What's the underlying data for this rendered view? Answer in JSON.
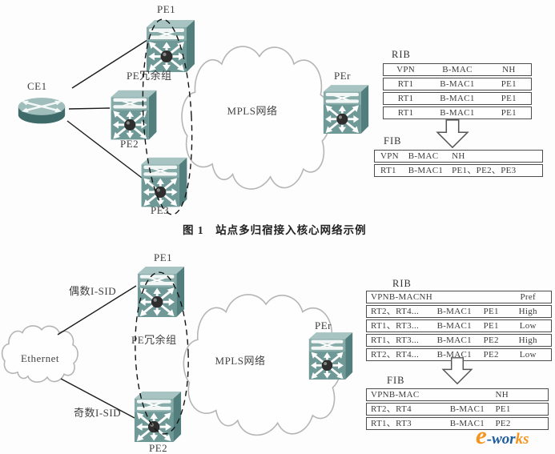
{
  "figure1": {
    "labels": {
      "pe1": "PE1",
      "pe2": "PE2",
      "pe3": "PE3",
      "ce1": "CE1",
      "per": "PEr",
      "redundancy": "PE冗余组",
      "mpls": "MPLS网络"
    },
    "rib": {
      "title": "RIB",
      "headers": [
        "VPN",
        "B-MAC",
        "NH"
      ],
      "rows": [
        [
          "RT1",
          "B-MAC1",
          "PE1"
        ],
        [
          "RT1",
          "B-MAC1",
          "PE1"
        ],
        [
          "RT1",
          "B-MAC1",
          "PE1"
        ]
      ]
    },
    "fib": {
      "title": "FIB",
      "headers": [
        "VPN",
        "B-MAC",
        "NH"
      ],
      "rows": [
        [
          "RT1",
          "B-MAC1",
          "PE1、PE2、PE3"
        ]
      ]
    },
    "caption": "图 1　站点多归宿接入核心网络示例"
  },
  "figure2": {
    "labels": {
      "pe1": "PE1",
      "pe2": "PE2",
      "per": "PEr",
      "ethernet": "Ethernet",
      "redundancy": "PE冗余组",
      "mpls": "MPLS网络",
      "even_isid": "偶数I-SID",
      "odd_isid": "奇数I-SID"
    },
    "rib": {
      "title": "RIB",
      "header_left": "VPNB-MACNH",
      "header_right": "Pref",
      "rows": [
        [
          "RT2、RT4...",
          "B-MAC1",
          "PE1",
          "High"
        ],
        [
          "RT1、RT3...",
          "B-MAC1",
          "PE1",
          "Low"
        ],
        [
          "RT1、RT3...",
          "B-MAC1",
          "PE2",
          "High"
        ],
        [
          "RT2、RT4...",
          "B-MAC1",
          "PE2",
          "Low"
        ]
      ]
    },
    "fib": {
      "title": "FIB",
      "header_left": "VPNB-MAC",
      "header_right": "NH",
      "rows": [
        [
          "RT2、RT4",
          "B-MAC1",
          "PE1"
        ],
        [
          "RT1、RT3",
          "B-MAC1",
          "PE2"
        ]
      ]
    }
  },
  "watermark": {
    "e": "e",
    "blue": "-wor",
    "orange": "ks",
    "blue_color": "#1d5c9e",
    "orange_color": "#f7941d"
  },
  "colors": {
    "switch_front": "#6f9997",
    "switch_top": "#a8c4c2",
    "switch_side": "#527f7e",
    "cloud_stroke": "#b5b5b5",
    "table_border": "#4d4d4d"
  }
}
